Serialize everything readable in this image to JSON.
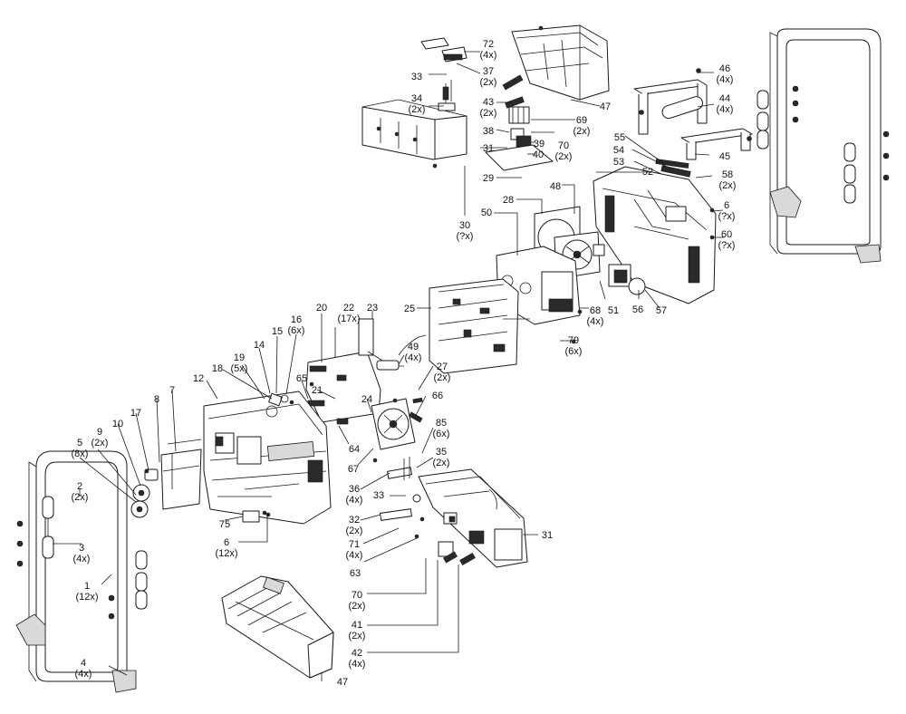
{
  "callouts": [
    {
      "id": "72",
      "num": "72",
      "qty": "(4x)"
    },
    {
      "id": "33-top",
      "num": "33",
      "qty": ""
    },
    {
      "id": "37",
      "num": "37",
      "qty": "(2x)"
    },
    {
      "id": "34",
      "num": "34",
      "qty": "(2x)"
    },
    {
      "id": "43",
      "num": "43",
      "qty": "(2x)"
    },
    {
      "id": "47-top",
      "num": "47",
      "qty": ""
    },
    {
      "id": "46",
      "num": "46",
      "qty": "(4x)"
    },
    {
      "id": "44",
      "num": "44",
      "qty": "(4x)"
    },
    {
      "id": "69",
      "num": "69",
      "qty": "(2x)"
    },
    {
      "id": "38",
      "num": "38",
      "qty": ""
    },
    {
      "id": "70-top",
      "num": "70",
      "qty": "(2x)"
    },
    {
      "id": "31-top",
      "num": "31",
      "qty": ""
    },
    {
      "id": "39",
      "num": "39",
      "qty": ""
    },
    {
      "id": "40",
      "num": "40",
      "qty": ""
    },
    {
      "id": "55",
      "num": "55",
      "qty": ""
    },
    {
      "id": "54",
      "num": "54",
      "qty": ""
    },
    {
      "id": "45",
      "num": "45",
      "qty": ""
    },
    {
      "id": "53",
      "num": "53",
      "qty": ""
    },
    {
      "id": "29",
      "num": "29",
      "qty": ""
    },
    {
      "id": "52",
      "num": "52",
      "qty": ""
    },
    {
      "id": "58",
      "num": "58",
      "qty": "(2x)"
    },
    {
      "id": "48",
      "num": "48",
      "qty": ""
    },
    {
      "id": "28",
      "num": "28",
      "qty": ""
    },
    {
      "id": "6-right",
      "num": "6",
      "qty": "(?x)"
    },
    {
      "id": "30",
      "num": "30",
      "qty": "(?x)"
    },
    {
      "id": "50",
      "num": "50",
      "qty": ""
    },
    {
      "id": "60",
      "num": "60",
      "qty": "(?x)"
    },
    {
      "id": "25",
      "num": "25",
      "qty": ""
    },
    {
      "id": "68",
      "num": "68",
      "qty": "(4x)"
    },
    {
      "id": "51",
      "num": "51",
      "qty": ""
    },
    {
      "id": "56",
      "num": "56",
      "qty": ""
    },
    {
      "id": "57",
      "num": "57",
      "qty": ""
    },
    {
      "id": "20",
      "num": "20",
      "qty": ""
    },
    {
      "id": "22",
      "num": "22",
      "qty": "(17x)"
    },
    {
      "id": "23",
      "num": "23",
      "qty": ""
    },
    {
      "id": "16",
      "num": "16",
      "qty": "(6x)"
    },
    {
      "id": "15",
      "num": "15",
      "qty": ""
    },
    {
      "id": "14",
      "num": "14",
      "qty": ""
    },
    {
      "id": "19",
      "num": "19",
      "qty": "(5x)"
    },
    {
      "id": "79",
      "num": "79",
      "qty": "(6x)"
    },
    {
      "id": "49",
      "num": "49",
      "qty": "(4x)"
    },
    {
      "id": "18",
      "num": "18",
      "qty": ""
    },
    {
      "id": "27",
      "num": "27",
      "qty": "(2x)"
    },
    {
      "id": "12",
      "num": "12",
      "qty": ""
    },
    {
      "id": "65",
      "num": "65",
      "qty": ""
    },
    {
      "id": "21",
      "num": "21",
      "qty": ""
    },
    {
      "id": "24",
      "num": "24",
      "qty": ""
    },
    {
      "id": "66",
      "num": "66",
      "qty": ""
    },
    {
      "id": "8",
      "num": "8",
      "qty": ""
    },
    {
      "id": "7",
      "num": "7",
      "qty": ""
    },
    {
      "id": "17",
      "num": "17",
      "qty": ""
    },
    {
      "id": "10",
      "num": "10",
      "qty": ""
    },
    {
      "id": "9",
      "num": "9",
      "qty": "(2x)"
    },
    {
      "id": "85",
      "num": "85",
      "qty": "(6x)"
    },
    {
      "id": "5",
      "num": "5",
      "qty": "(8x)"
    },
    {
      "id": "64",
      "num": "64",
      "qty": ""
    },
    {
      "id": "35",
      "num": "35",
      "qty": "(2x)"
    },
    {
      "id": "67",
      "num": "67",
      "qty": ""
    },
    {
      "id": "2",
      "num": "2",
      "qty": "(2x)"
    },
    {
      "id": "36",
      "num": "36",
      "qty": "(4x)"
    },
    {
      "id": "33-bottom",
      "num": "33",
      "qty": ""
    },
    {
      "id": "75",
      "num": "75",
      "qty": ""
    },
    {
      "id": "32",
      "num": "32",
      "qty": "(2x)"
    },
    {
      "id": "3",
      "num": "3",
      "qty": "(4x)"
    },
    {
      "id": "31-bottom",
      "num": "31",
      "qty": ""
    },
    {
      "id": "6-bottom",
      "num": "6",
      "qty": "(12x)"
    },
    {
      "id": "71",
      "num": "71",
      "qty": "(4x)"
    },
    {
      "id": "63",
      "num": "63",
      "qty": ""
    },
    {
      "id": "1",
      "num": "1",
      "qty": "(12x)"
    },
    {
      "id": "70-bottom",
      "num": "70",
      "qty": "(2x)"
    },
    {
      "id": "41",
      "num": "41",
      "qty": "(2x)"
    },
    {
      "id": "42",
      "num": "42",
      "qty": "(4x)"
    },
    {
      "id": "4",
      "num": "4",
      "qty": "(4x)"
    },
    {
      "id": "47-bottom",
      "num": "47",
      "qty": ""
    }
  ]
}
